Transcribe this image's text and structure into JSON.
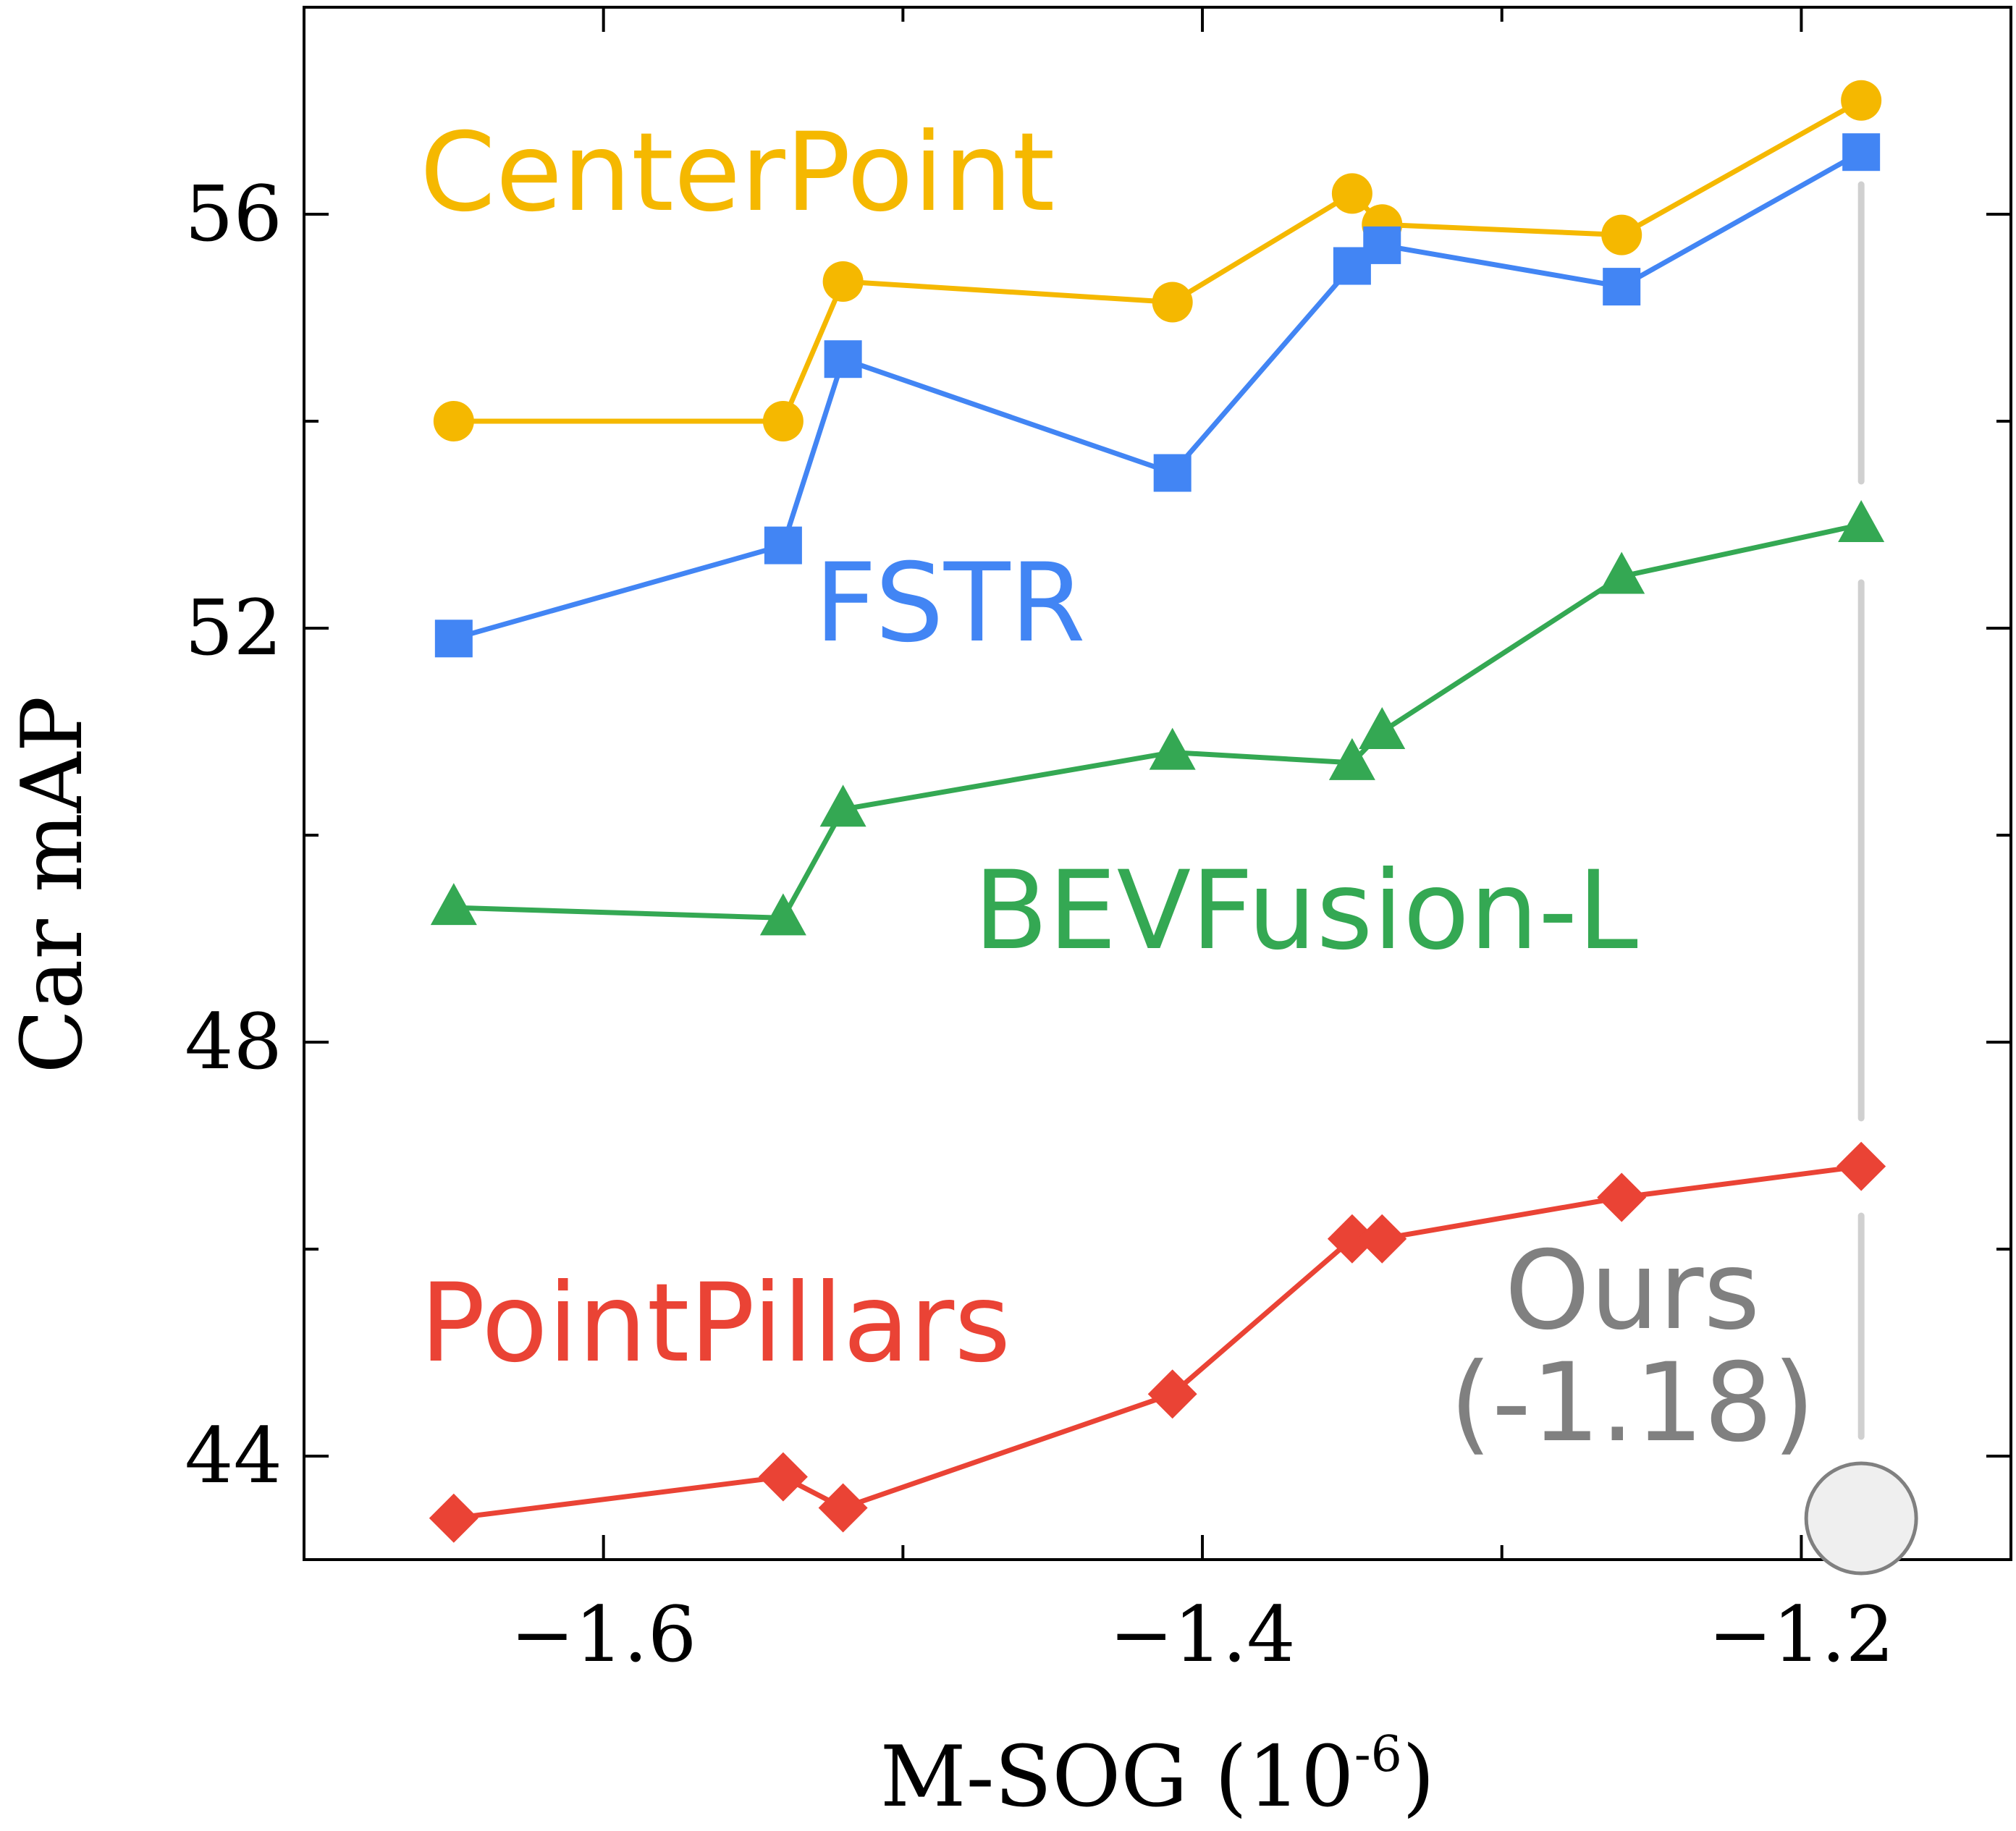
{
  "chart_data": {
    "type": "line",
    "xlabel": "M-SOG (10",
    "xlabel_exponent": "-6",
    "xlabel_suffix": ")",
    "ylabel": "Car mAP",
    "xlim": [
      -1.7,
      -1.13
    ],
    "ylim": [
      43.0,
      58.0
    ],
    "xticks": [
      -1.6,
      -1.4,
      -1.2
    ],
    "xtick_labels": [
      "−1.6",
      "−1.4",
      "−1.2"
    ],
    "xminor": [
      -1.5,
      -1.3
    ],
    "yticks": [
      44,
      48,
      52,
      56
    ],
    "ytick_labels": [
      "44",
      "48",
      "52",
      "56"
    ],
    "yminor": [
      46,
      50,
      54
    ],
    "grid": false,
    "series": [
      {
        "name": "CenterPoint",
        "color": "#F5B800",
        "marker": "circle",
        "x": [
          -1.65,
          -1.54,
          -1.52,
          -1.41,
          -1.35,
          -1.34,
          -1.26,
          -1.18
        ],
        "y": [
          54.0,
          54.0,
          55.35,
          55.15,
          56.2,
          55.9,
          55.8,
          57.1
        ]
      },
      {
        "name": "FSTR",
        "color": "#4285F4",
        "marker": "square",
        "x": [
          -1.65,
          -1.54,
          -1.52,
          -1.41,
          -1.35,
          -1.34,
          -1.26,
          -1.18
        ],
        "y": [
          51.9,
          52.8,
          54.6,
          53.5,
          55.5,
          55.7,
          55.3,
          56.6
        ]
      },
      {
        "name": "BEVFusion-L",
        "color": "#34A853",
        "marker": "triangle",
        "x": [
          -1.65,
          -1.54,
          -1.52,
          -1.41,
          -1.35,
          -1.34,
          -1.26,
          -1.18
        ],
        "y": [
          49.3,
          49.2,
          50.25,
          50.8,
          50.7,
          51.0,
          52.5,
          53.0
        ]
      },
      {
        "name": "PointPillars",
        "color": "#EA4335",
        "marker": "diamond",
        "x": [
          -1.65,
          -1.54,
          -1.52,
          -1.41,
          -1.35,
          -1.34,
          -1.26,
          -1.18
        ],
        "y": [
          43.4,
          43.8,
          43.5,
          44.6,
          46.1,
          46.1,
          46.5,
          46.8
        ]
      }
    ],
    "annotation": {
      "label": "Ours",
      "value_label": "(-1.18)",
      "x": -1.18,
      "color": "#808080",
      "line_color": "#D0D0D0",
      "marker_fill": "#EFEFEF"
    }
  }
}
